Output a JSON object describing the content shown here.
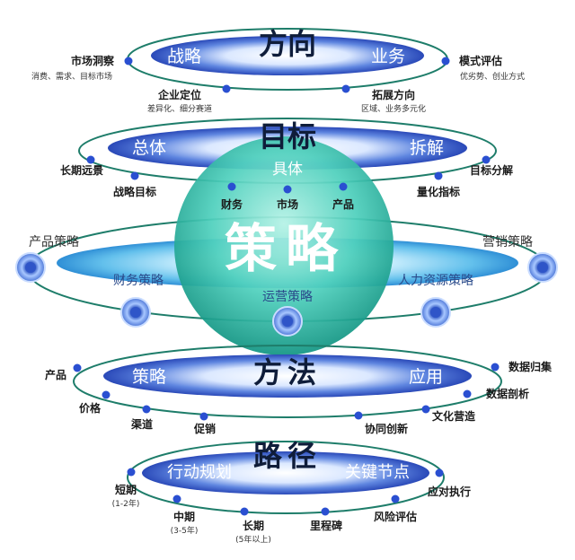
{
  "colors": {
    "ring": "#1e7d6a",
    "dot": "#2a4fd1",
    "disc_dark": "#2f55c8",
    "disc_light": "#e9f2ff",
    "sphere_core": "#7be0cf",
    "sphere_edge": "#17a291",
    "accent_blue": "#3c8ad8"
  },
  "direction": {
    "title": "方向",
    "disc_left": "战略",
    "disc_right": "业务",
    "market_insight": {
      "label": "市场洞察",
      "sub": "消费、需求、目标市场"
    },
    "business_model": {
      "label": "模式评估",
      "sub": "优劣势、创业方式"
    },
    "positioning": {
      "label": "企业定位",
      "sub": "差异化、细分赛道"
    },
    "expansion": {
      "label": "拓展方向",
      "sub": "区域、业务多元化"
    }
  },
  "goal": {
    "title": "目标",
    "disc_left": "总体",
    "disc_right": "拆解",
    "disc_center": "具体",
    "long_term": "长期远景",
    "strategic_goal": "战略目标",
    "finance": "财务",
    "market": "市场",
    "product": "产品",
    "goal_breakdown": "目标分解",
    "quantified": "量化指标"
  },
  "strategy": {
    "title": "策略",
    "product_strategy": "产品策略",
    "marketing_strategy": "营销策略",
    "finance_strategy": "财务策略",
    "hr_strategy": "人力资源策略",
    "operations_strategy": "运营策略"
  },
  "method": {
    "title": "方法",
    "disc_left": "策略",
    "disc_right": "应用",
    "product": "产品",
    "price": "价格",
    "channel": "渠道",
    "promotion": "促销",
    "collab": "协同创新",
    "culture": "文化营造",
    "data_collect": "数据归集",
    "data_analysis": "数据剖析"
  },
  "path": {
    "title": "路径",
    "disc_left": "行动规划",
    "disc_right": "关键节点",
    "short_term": {
      "label": "短期",
      "sub": "(1-2年)"
    },
    "mid_term": {
      "label": "中期",
      "sub": "(3-5年)"
    },
    "long_term": {
      "label": "长期",
      "sub": "(5年以上)"
    },
    "milestone": "里程碑",
    "risk": "风险评估",
    "execution": "应对执行"
  }
}
